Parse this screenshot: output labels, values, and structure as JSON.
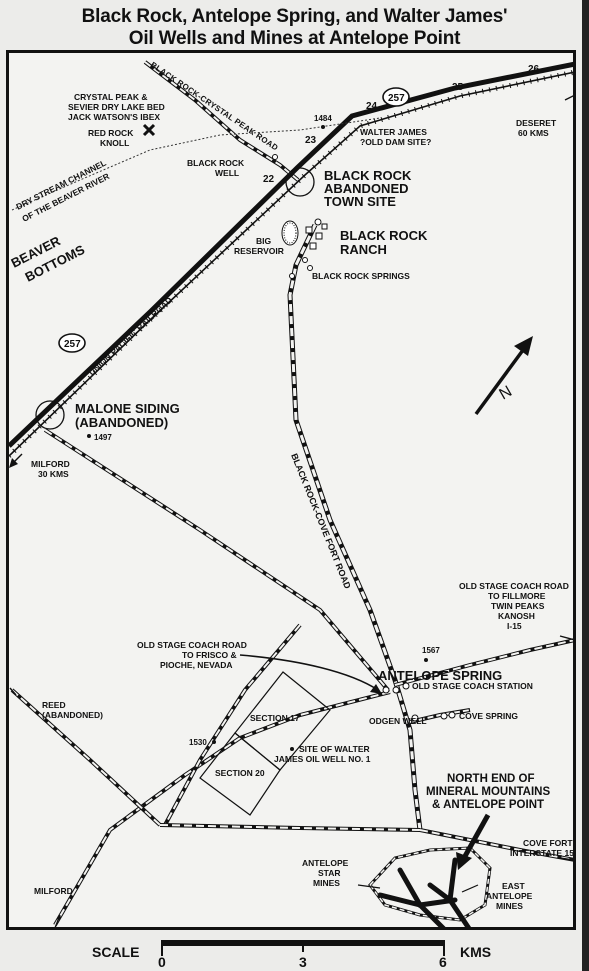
{
  "title": {
    "line1": "Black Rock, Antelope Spring, and Walter James'",
    "line2": "Oil Wells and Mines at Antelope Point"
  },
  "labels": {
    "crystal_peak_road": "BLACK ROCK-CRYSTAL PEAK ROAD",
    "crystal_peak_a": "CRYSTAL PEAK &",
    "crystal_peak_b": "SEVIER DRY LAKE BED",
    "crystal_peak_c": "JACK WATSON'S IBEX",
    "red_rock_a": "RED ROCK",
    "red_rock_b": "KNOLL",
    "elev_1484": "1484",
    "mile_23": "23",
    "mile_22": "22",
    "mile_24": "24",
    "mile_25": "25",
    "mile_26": "26",
    "hwy_257_top": "257",
    "hwy_257_left": "257",
    "walter_dam_a": "WALTER JAMES",
    "walter_dam_b": "?OLD DAM SITE?",
    "deseret_a": "DESERET",
    "deseret_b": "60 KMS",
    "black_rock_well_a": "BLACK ROCK",
    "black_rock_well_b": "WELL",
    "town_a": "BLACK ROCK",
    "town_b": "ABANDONED",
    "town_c": "TOWN SITE",
    "dry_stream_a": "DRY STREAM CHANNEL",
    "dry_stream_b": "OF THE BEAVER RIVER",
    "beaver": "BEAVER",
    "bottoms": "BOTTOMS",
    "big_res_a": "BIG",
    "big_res_b": "RESERVOIR",
    "ranch_a": "BLACK ROCK",
    "ranch_b": "RANCH",
    "springs": "BLACK ROCK SPRINGS",
    "railroad": "UNION PACIFIC RAILROAD",
    "north": "N",
    "malone_a": "MALONE SIDING",
    "malone_b": "(ABANDONED)",
    "elev_1497": "1497",
    "milford_top_a": "MILFORD",
    "milford_top_b": "30 KMS",
    "cove_fort_road": "BLACK ROCK-COVE FORT ROAD",
    "fillmore_a": "OLD STAGE COACH ROAD",
    "fillmore_b": "TO FILLMORE",
    "fillmore_c": "TWIN PEAKS",
    "fillmore_d": "KANOSH",
    "fillmore_e": "I-15",
    "frisco_a": "OLD STAGE COACH ROAD",
    "frisco_b": "TO FRISCO &",
    "frisco_c": "PIOCHE, NEVADA",
    "elev_1567": "1567",
    "antelope_spring": "ANTELOPE SPRING",
    "stage_station": "OLD STAGE COACH STATION",
    "reed_a": "REED",
    "reed_b": "(ABANDONED)",
    "section17": "SECTION 17",
    "odgen_well": "ODGEN WELL",
    "cove_spring": "COVE SPRING",
    "elev_1530": "1530",
    "walter_well_a": "SITE OF WALTER",
    "walter_well_b": "JAMES OIL WELL NO. 1",
    "section20": "SECTION 20",
    "mineral_a": "NORTH END OF",
    "mineral_b": "MINERAL MOUNTAINS",
    "mineral_c": "& ANTELOPE POINT",
    "cove_fort_a": "COVE FORT",
    "cove_fort_b": "INTERSTATE 15",
    "antelope_star_a": "ANTELOPE",
    "antelope_star_b": "STAR",
    "antelope_star_c": "MINES",
    "east_antelope_a": "EAST",
    "east_antelope_b": "ANTELOPE",
    "east_antelope_c": "MINES",
    "milford_bottom": "MILFORD"
  },
  "scale": {
    "label": "SCALE",
    "tick0": "0",
    "tick3": "3",
    "tick6": "6",
    "unit": "KMS"
  }
}
